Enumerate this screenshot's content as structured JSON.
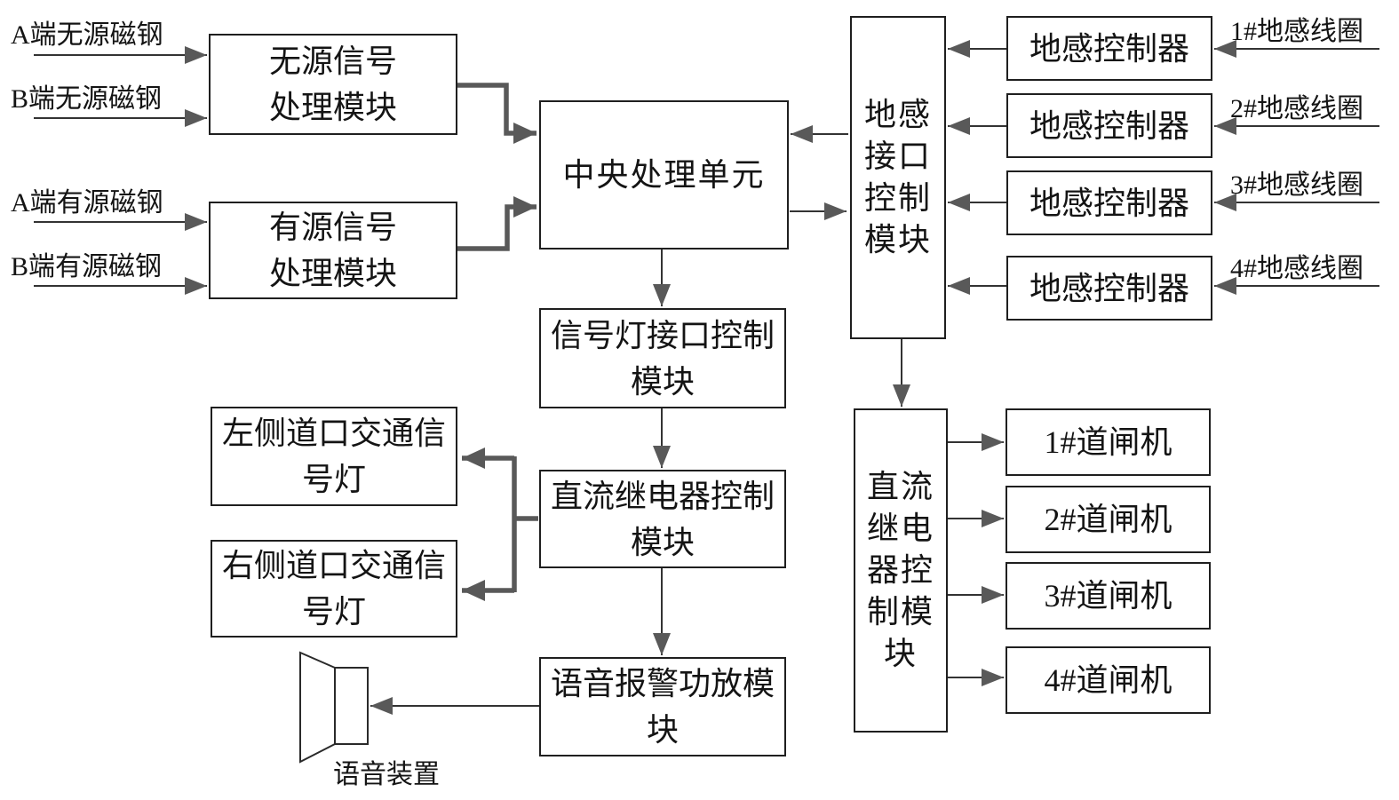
{
  "figure": {
    "type": "block-diagram",
    "description_language": "zh-CN"
  },
  "colors": {
    "background": "#ffffff",
    "box_border": "#1f1f1f",
    "thin_line": "#333333",
    "thick_line": "#595959",
    "arrowhead": "#595959",
    "text": "#141414"
  },
  "inputs": {
    "passive_a": "A端无源磁钢",
    "passive_b": "B端无源磁钢",
    "active_a": "A端有源磁钢",
    "active_b": "B端有源磁钢"
  },
  "blocks": {
    "passive_module": "无源信号\n处理模块",
    "active_module": "有源信号\n处理模块",
    "cpu": "中央处理单元",
    "signal_light_module": "信号灯接口控制\n模块",
    "dc_relay_module": "直流继电器控制\n模块",
    "voice_amp_module": "语音报警功放模\n块",
    "left_traffic_light": "左侧道口交通信\n号灯",
    "right_traffic_light": "右侧道口交通信\n号灯",
    "ground_interface_module": "地感\n接口\n控制\n模块",
    "dc_relay_right_module": "直流\n继电\n器控\n制模\n块"
  },
  "ground_controllers": [
    {
      "label": "地感控制器",
      "coil": "1#地感线圈"
    },
    {
      "label": "地感控制器",
      "coil": "2#地感线圈"
    },
    {
      "label": "地感控制器",
      "coil": "3#地感线圈"
    },
    {
      "label": "地感控制器",
      "coil": "4#地感线圈"
    }
  ],
  "barrier_gates": [
    {
      "label": "1#道闸机"
    },
    {
      "label": "2#道闸机"
    },
    {
      "label": "3#道闸机"
    },
    {
      "label": "4#道闸机"
    }
  ],
  "speaker": {
    "label": "语音装置"
  }
}
